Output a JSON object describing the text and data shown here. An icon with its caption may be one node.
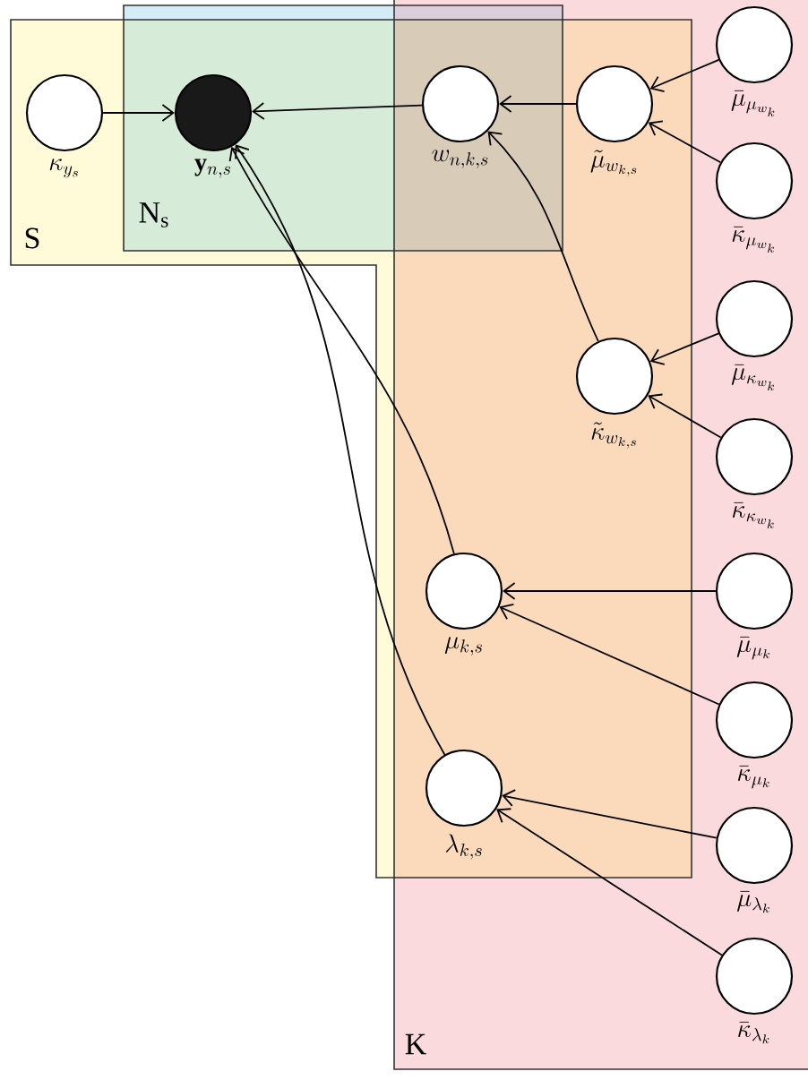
{
  "diagram": {
    "nodes": [
      {
        "text": [],
        "shape": "circle",
        "beside": [
          "\\kappa_{y_s}"
        ]
      },
      {
        "text": [],
        "shape": "circle",
        "beside": [
          "\\mathbf{y}_{n,s}"
        ]
      },
      {
        "text": [],
        "shape": "circle",
        "beside": [
          "w_{n,k,s}"
        ]
      },
      {
        "text": [],
        "shape": "circle",
        "beside": [
          "\\tilde{\\mu}_{w_{k,s}}"
        ]
      },
      {
        "text": [],
        "shape": "circle",
        "beside": [
          "\\bar{\\mu}_{\\mu_{w_k}}"
        ]
      },
      {
        "text": [],
        "shape": "circle",
        "beside": [
          "\\bar{\\kappa}_{\\mu_{w_k}}"
        ]
      },
      {
        "text": [],
        "shape": "circle",
        "beside": [
          "\\bar{\\mu}_{\\kappa_{w_k}}"
        ]
      },
      {
        "text": [],
        "shape": "circle",
        "beside": [
          "\\tilde{\\kappa}_{w_{k,s}}"
        ]
      },
      {
        "text": [],
        "shape": "circle",
        "beside": [
          "\\bar{\\kappa}_{\\kappa_{w_k}}"
        ]
      },
      {
        "text": [],
        "shape": "circle",
        "beside": [
          "\\mu_{k,s}"
        ]
      },
      {
        "text": [],
        "shape": "circle",
        "beside": [
          "\\bar{\\mu}_{\\mu_k}"
        ]
      },
      {
        "text": [],
        "shape": "circle",
        "beside": [
          "\\bar{\\kappa}_{\\mu_k}"
        ]
      },
      {
        "text": [],
        "shape": "circle",
        "beside": [
          "\\lambda_{k,s}"
        ]
      },
      {
        "text": [],
        "shape": "circle",
        "beside": [
          "\\bar{\\mu}_{\\lambda_k}"
        ]
      },
      {
        "text": [],
        "shape": "circle",
        "beside": [
          "\\bar{\\kappa}_{\\lambda_k}"
        ]
      }
    ],
    "edges": [
      {
        "from": 0,
        "to": 1,
        "arrow": "to"
      },
      {
        "from": 2,
        "to": 1,
        "arrow": "to"
      },
      {
        "from": 3,
        "to": 2,
        "arrow": "to"
      },
      {
        "from": 4,
        "to": 3,
        "arrow": "to"
      },
      {
        "from": 5,
        "to": 3,
        "arrow": "to"
      },
      {
        "from": 7,
        "to": 2,
        "arrow": "to"
      },
      {
        "from": 6,
        "to": 7,
        "arrow": "to"
      },
      {
        "from": 8,
        "to": 7,
        "arrow": "to"
      },
      {
        "from": 9,
        "to": 1,
        "arrow": "to"
      },
      {
        "from": 12,
        "to": 1,
        "arrow": "to"
      },
      {
        "from": 10,
        "to": 9,
        "arrow": "to"
      },
      {
        "from": 11,
        "to": 9,
        "arrow": "to"
      },
      {
        "from": 13,
        "to": 12,
        "arrow": "to"
      },
      {
        "from": 14,
        "to": 12,
        "arrow": "to"
      }
    ],
    "labels": [
      "S",
      "N$_{s}$",
      "K"
    ]
  }
}
